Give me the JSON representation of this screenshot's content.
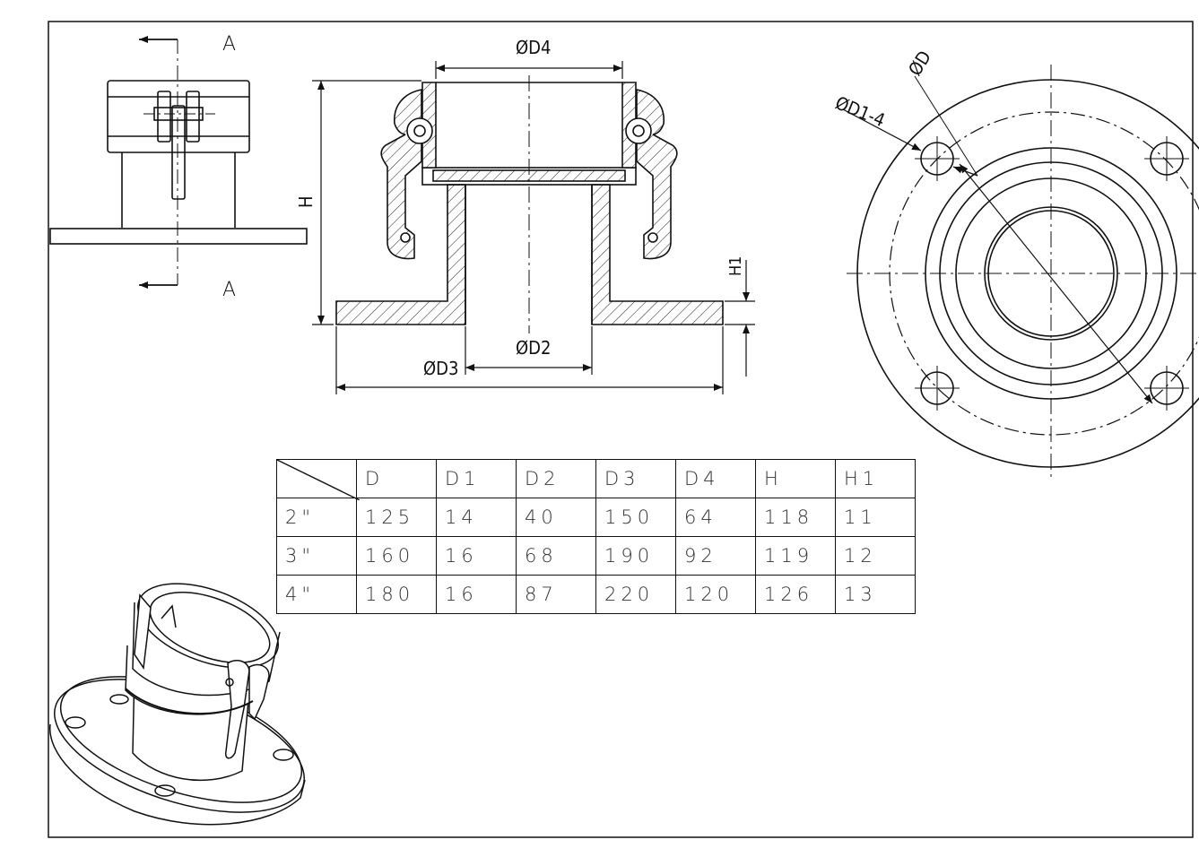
{
  "section_labels": {
    "top": "A",
    "bottom": "A"
  },
  "dimension_labels": {
    "d4": "ØD4",
    "d2": "ØD2",
    "d3": "ØD3",
    "h": "H",
    "h1": "H1",
    "d1_4": "ØD1-4",
    "d": "ØD"
  },
  "table": {
    "headers": [
      "D",
      "D1",
      "D2",
      "D3",
      "D4",
      "H",
      "H1"
    ],
    "rows": [
      {
        "size": "2\"",
        "values": [
          "125",
          "14",
          "40",
          "150",
          "64",
          "118",
          "11"
        ]
      },
      {
        "size": "3\"",
        "values": [
          "160",
          "16",
          "68",
          "190",
          "92",
          "119",
          "12"
        ]
      },
      {
        "size": "4\"",
        "values": [
          "180",
          "16",
          "87",
          "220",
          "120",
          "126",
          "13"
        ]
      }
    ]
  }
}
